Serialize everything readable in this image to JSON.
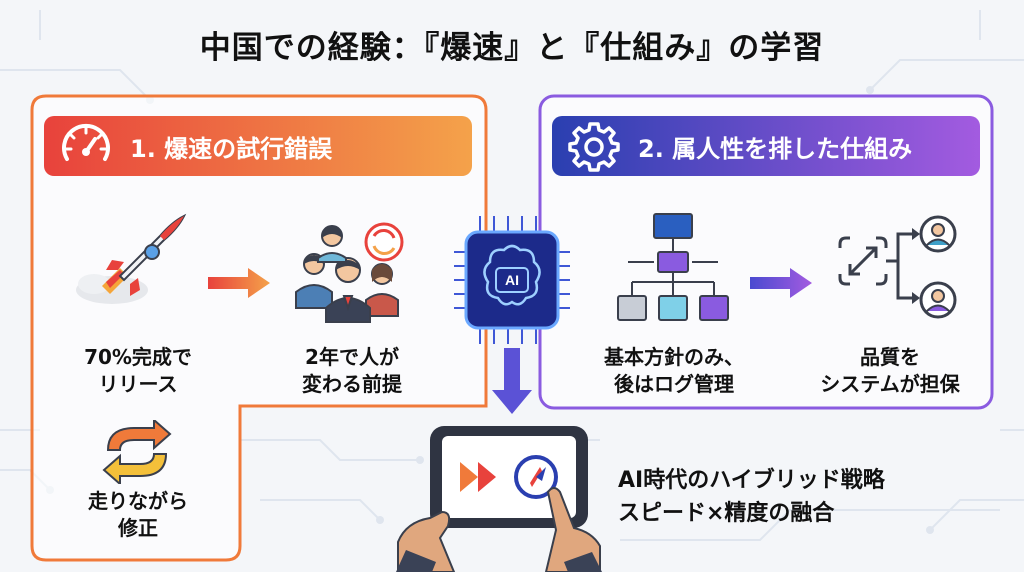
{
  "title": "中国での経験：『爆速』と『仕組み』の学習",
  "left": {
    "header": "1. 爆速の試行錯誤",
    "release_label": [
      "70%完成で",
      "リリース"
    ],
    "people_label": [
      "2年で人が",
      "変わる前提"
    ],
    "fix_label": [
      "走りながら",
      "修正"
    ]
  },
  "right": {
    "header": "2. 属人性を排した仕組み",
    "policy_label": [
      "基本方針のみ、",
      "後はログ管理"
    ],
    "quality_label": [
      "品質を",
      "システムが担保"
    ]
  },
  "center": {
    "chip_text": "AI"
  },
  "bottom": {
    "caption": [
      "AI時代のハイブリッド戦略",
      "スピード×精度の融合"
    ]
  },
  "colors": {
    "orange": "#f07a3a",
    "purple": "#8a5be0",
    "blue": "#2a3fb0"
  }
}
